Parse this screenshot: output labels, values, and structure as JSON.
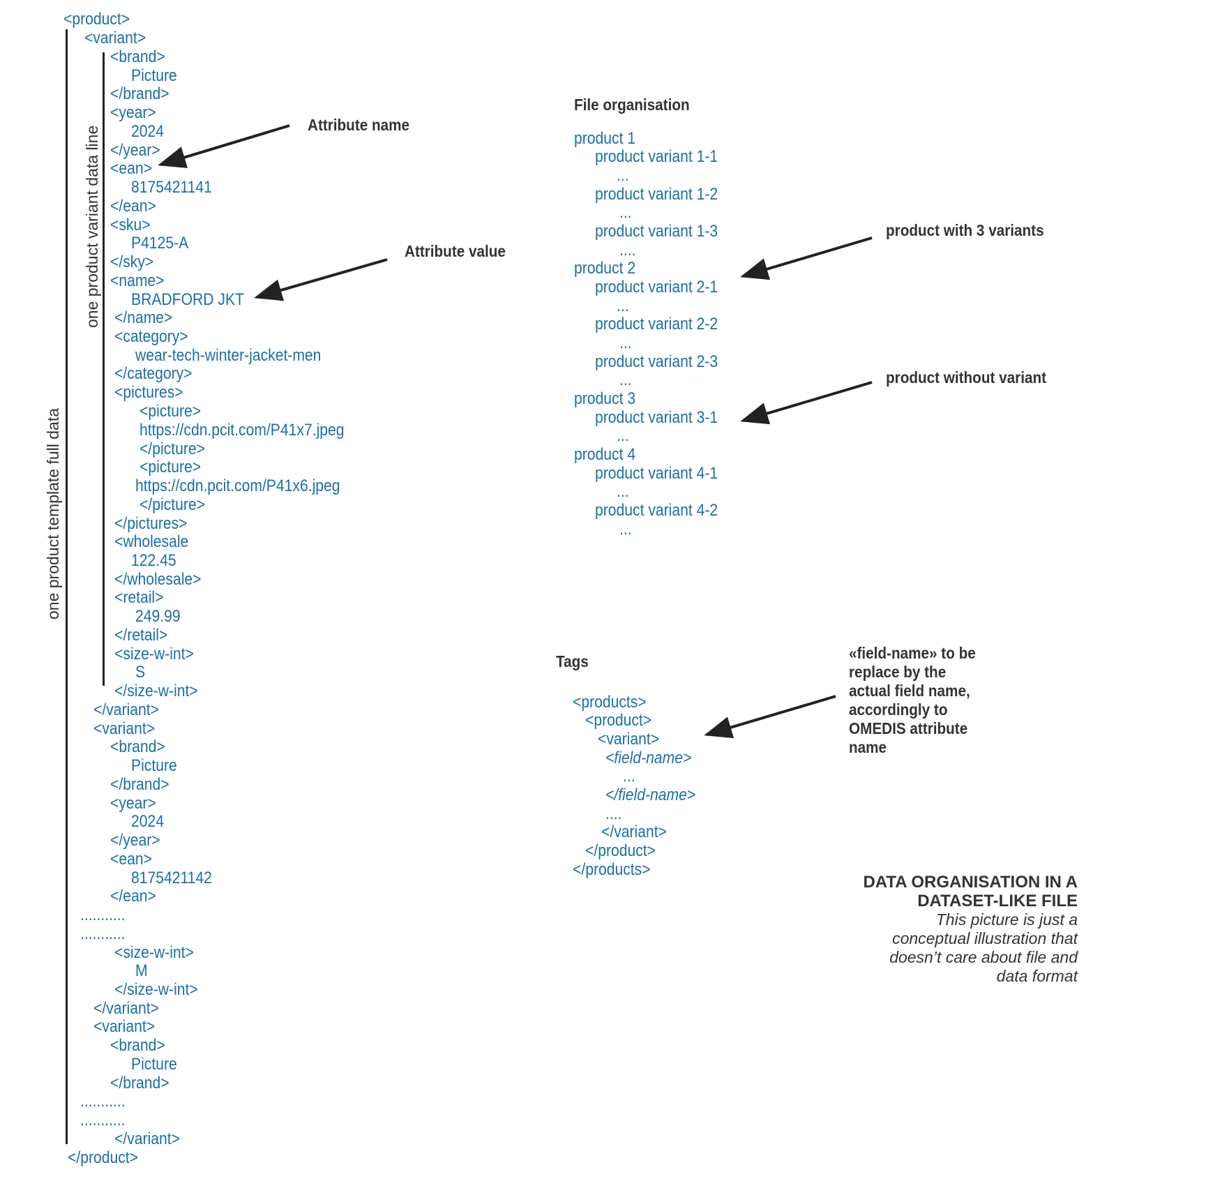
{
  "colors": {
    "code": "#1a6fa8",
    "label": "#333333",
    "line": "#222222"
  },
  "xml_example": [
    "<product>",
    "<variant>",
    "<brand>",
    "Picture",
    "</brand>",
    "<year>",
    "2024",
    "</year>",
    "<ean>",
    "8175421141",
    "</ean>",
    "<sku>",
    "P4125-A",
    "</sky>",
    "<name>",
    "BRADFORD JKT",
    "</name>",
    "<category>",
    "wear-tech-winter-jacket-men",
    "</category>",
    "<pictures>",
    "<picture>",
    "https://cdn.pcit.com/P41x7.jpeg",
    "</picture>",
    "<picture>",
    "https://cdn.pcit.com/P41x6.jpeg",
    "</picture>",
    "</pictures>",
    "<wholesale",
    "122.45",
    "</wholesale>",
    "<retail>",
    "249.99",
    "</retail>",
    "<size-w-int>",
    "S",
    "</size-w-int>",
    "</variant>",
    "<variant>",
    "<brand>",
    "Picture",
    "</brand>",
    "<year>",
    "2024",
    "</year>",
    "<ean>",
    "8175421142",
    "</ean>",
    "...........",
    "...........",
    "<size-w-int>",
    "M",
    "</size-w-int>",
    "</variant>",
    "<variant>",
    "<brand>",
    "Picture",
    "</brand>",
    "...........",
    "...........",
    "</variant>",
    "</product>"
  ],
  "vertical_labels": {
    "full_template": "one product template full data",
    "variant_line": "one product variant data line"
  },
  "annotations": {
    "attribute_name": "Attribute name",
    "attribute_value": "Attribute value",
    "with_variants": "product with 3 variants",
    "without_variant": "product without variant",
    "field_name_note": "«field-name» to be replace by the actual field name, accordingly to OMEDIS attribute name"
  },
  "file_organisation": {
    "heading": "File organisation",
    "lines": [
      "product 1",
      "product variant 1-1",
      "...",
      "product variant 1-2",
      "...",
      "product variant 1-3",
      "....",
      "product 2",
      "product variant 2-1",
      "...",
      "product variant 2-2",
      "...",
      "product variant 2-3",
      "...",
      "product 3",
      "product variant 3-1",
      "...",
      "product 4",
      "product variant 4-1",
      "...",
      "product variant 4-2",
      "..."
    ]
  },
  "tags": {
    "heading": "Tags",
    "lines": [
      "<products>",
      "<product>",
      "<variant>",
      "<field-name>",
      "...",
      "</field-name>",
      "....",
      "</variant>",
      "</product>",
      "</products>"
    ]
  },
  "title": {
    "line1": "DATA ORGANISATION IN A",
    "line2": "DATASET-LIKE FILE",
    "sub1": "This picture is just a",
    "sub2": "conceptual illustration that",
    "sub3": "doesn’t care about file and",
    "sub4": "data format"
  }
}
